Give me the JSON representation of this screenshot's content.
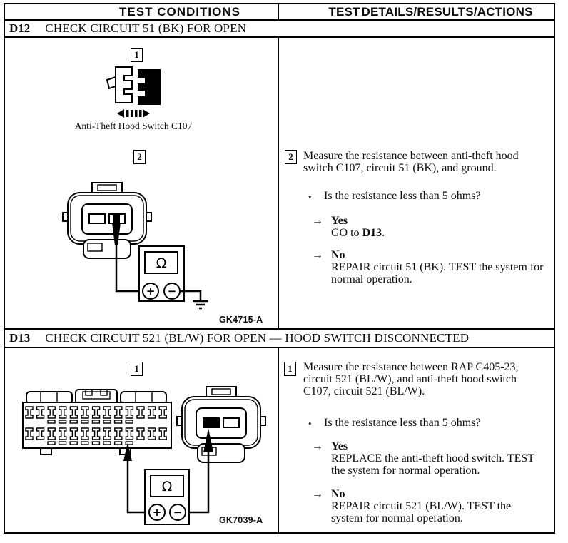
{
  "glyphs": {
    "bullet": "•",
    "arrow": "→",
    "ohm": "Ω",
    "plus": "+",
    "minus": "−"
  },
  "header": {
    "left": "TEST CONDITIONS",
    "right": "TEST DETAILS/RESULTS/ACTIONS"
  },
  "d12": {
    "id": "D12",
    "title": "CHECK CIRCUIT 51 (BK) FOR OPEN",
    "left": {
      "step1": "1",
      "component_label": "Anti-Theft Hood Switch C107",
      "step2": "2",
      "figure_code": "GK4715-A"
    },
    "right": {
      "step": "2",
      "instruction": "Measure the resistance between anti-theft hood switch C107, circuit 51 (BK), and ground.",
      "question": "Is the resistance less than 5 ohms?",
      "yes_label": "Yes",
      "yes_goto_prefix": "GO to ",
      "yes_goto_target": "D13",
      "yes_goto_suffix": ".",
      "no_label": "No",
      "no_action": "REPAIR circuit 51 (BK). TEST the system for normal operation."
    }
  },
  "d13": {
    "id": "D13",
    "title": "CHECK CIRCUIT 521 (BL/W) FOR OPEN — HOOD SWITCH DISCONNECTED",
    "left": {
      "step": "1",
      "figure_code": "GK7039-A"
    },
    "right": {
      "step": "1",
      "instruction": "Measure the resistance between RAP C405-23, circuit 521 (BL/W), and anti-theft hood switch C107, circuit 521 (BL/W).",
      "question": "Is the resistance less than 5 ohms?",
      "yes_label": "Yes",
      "yes_action": "REPLACE the anti-theft hood switch. TEST the system for normal operation.",
      "no_label": "No",
      "no_action": "REPAIR circuit 521 (BL/W). TEST the system for normal operation."
    }
  }
}
